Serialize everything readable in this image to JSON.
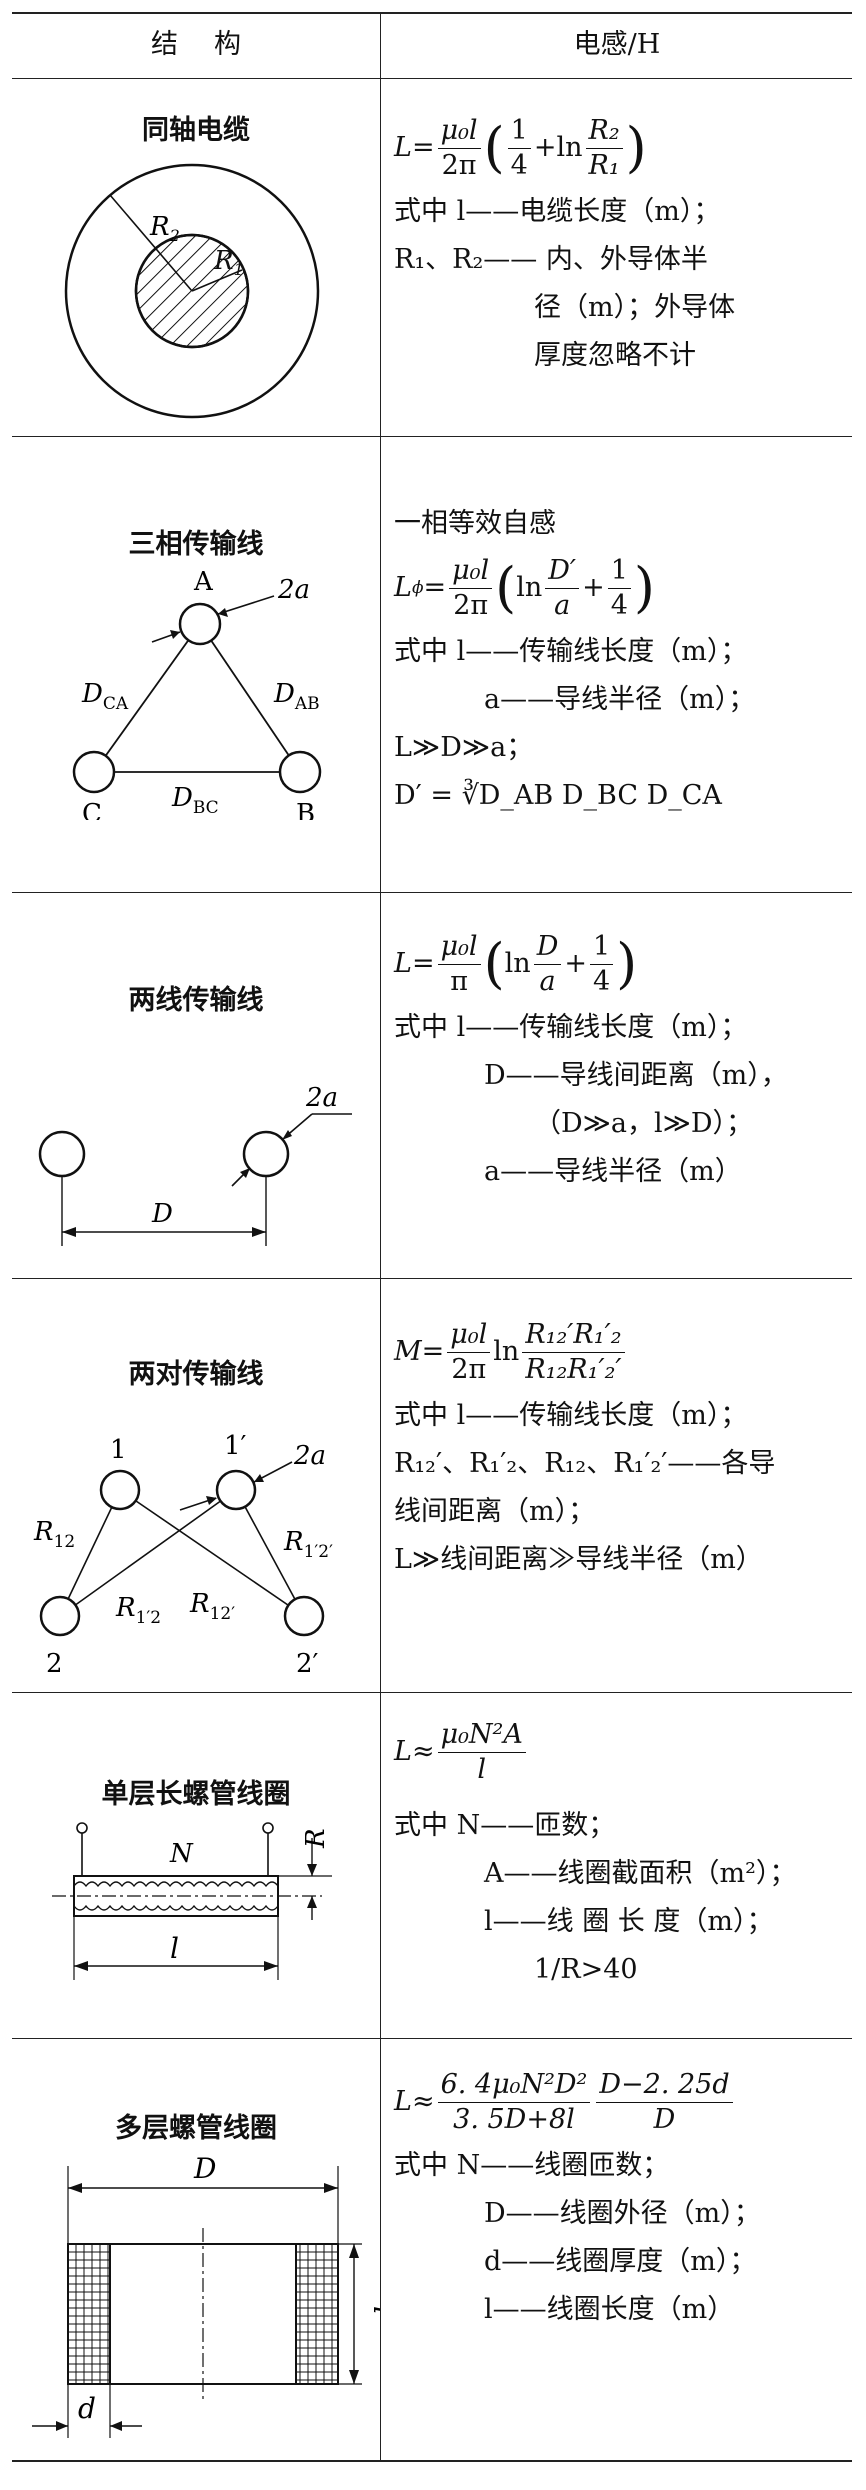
{
  "header": {
    "col1": "结构",
    "col2": "电感/H"
  },
  "rows": [
    {
      "title": "同轴电缆",
      "labels": {
        "R1": "R",
        "R1_sub": "1",
        "R2": "R",
        "R2_sub": "2"
      },
      "formula": {
        "lhs": "L",
        "eq": "=",
        "num": "μ₀l",
        "den": "2π",
        "frac2_num": "1",
        "frac2_den": "4",
        "plus": "+ln",
        "frac3_num": "R₂",
        "frac3_den": "R₁"
      },
      "lines": [
        "式中 l——电缆长度（m）；",
        "R₁、R₂—— 内、外导体半",
        "径（m）；外导体",
        "厚度忽略不计"
      ]
    },
    {
      "title": "三相传输线",
      "labels": {
        "A": "A",
        "B": "B",
        "C": "C",
        "a2": "2a",
        "DCA": "D",
        "DCA_sub": "CA",
        "DAB": "D",
        "DAB_sub": "AB",
        "DBC": "D",
        "DBC_sub": "BC"
      },
      "pre": "一相等效自感",
      "formula": {
        "lhs": "L",
        "lhs_sub": "ϕ",
        "eq": "=",
        "num": "μ₀l",
        "den": "2π",
        "ln": "ln",
        "frac2_num": "D′",
        "frac2_den": "a",
        "plus": "+",
        "frac3_num": "1",
        "frac3_den": "4"
      },
      "lines": [
        "式中 l——传输线长度（m）；",
        "a——导线半径（m）；",
        "L≫D≫a；",
        "D′ = ∛D_AB D_BC D_CA"
      ]
    },
    {
      "title": "两线传输线",
      "labels": {
        "a2": "2a",
        "D": "D"
      },
      "formula": {
        "lhs": "L",
        "eq": "=",
        "num": "μ₀l",
        "den": "π",
        "ln": "ln",
        "frac2_num": "D",
        "frac2_den": "a",
        "plus": "+",
        "frac3_num": "1",
        "frac3_den": "4"
      },
      "lines": [
        "式中 l——传输线长度（m）；",
        "D——导线间距离（m），",
        "（D≫a，l≫D）；",
        "a——导线半径（m）"
      ]
    },
    {
      "title": "两对传输线",
      "labels": {
        "n1": "1",
        "n1p": "1′",
        "n2": "2",
        "n2p": "2′",
        "a2": "2a",
        "R12": "R",
        "R12_sub": "12",
        "R1p2p": "R",
        "R1p2p_sub": "1′2′",
        "R1p2": "R",
        "R1p2_sub": "1′2",
        "R12p": "R",
        "R12p_sub": "12′"
      },
      "formula": {
        "lhs": "M",
        "eq": "=",
        "num": "μ₀l",
        "den": "2π",
        "ln": "ln",
        "frac2_num": "R₁₂′R₁′₂",
        "frac2_den": "R₁₂R₁′₂′"
      },
      "lines": [
        "式中 l——传输线长度（m）；",
        "R₁₂′、R₁′₂、R₁₂、R₁′₂′——各导",
        "线间距离（m）；",
        "L≫线间距离≫导线半径（m）"
      ]
    },
    {
      "title": "单层长螺管线圈",
      "labels": {
        "N": "N",
        "R": "R",
        "l": "l"
      },
      "formula": {
        "lhs": "L",
        "eq": "≈",
        "num": "μ₀N²A",
        "den": "l"
      },
      "lines": [
        "式中 N——匝数；",
        "A——线圈截面积（m²）；",
        "l——线 圈 长 度（m）；",
        "1/R>40"
      ]
    },
    {
      "title": "多层螺管线圈",
      "labels": {
        "D": "D",
        "l": "l",
        "d": "d"
      },
      "formula": {
        "lhs": "L",
        "eq": "≈",
        "num": "6. 4μ₀N²D²",
        "den": "3. 5D+8l",
        "frac2_num": "D−2. 25d",
        "frac2_den": "D"
      },
      "lines": [
        "式中 N——线圈匝数；",
        "D——线圈外径（m）；",
        "d——线圈厚度（m）；",
        "l——线圈长度（m）"
      ]
    }
  ]
}
